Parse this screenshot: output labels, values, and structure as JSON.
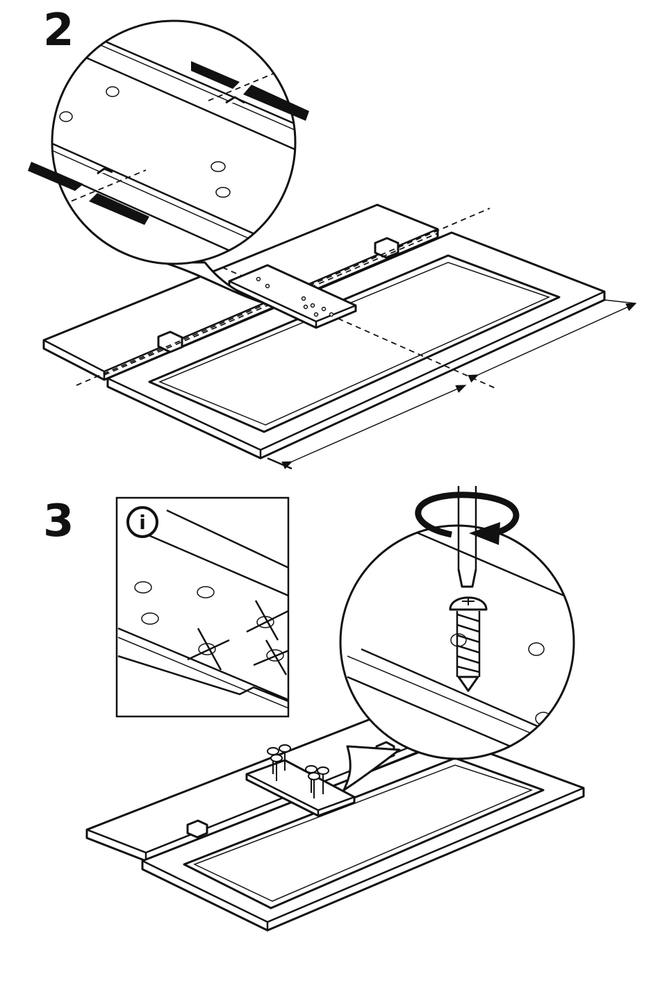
{
  "steps": [
    {
      "number": "2"
    },
    {
      "number": "3"
    }
  ],
  "info_icon": {
    "label": "i"
  },
  "colors": {
    "ink": "#111111",
    "paper": "#ffffff"
  }
}
